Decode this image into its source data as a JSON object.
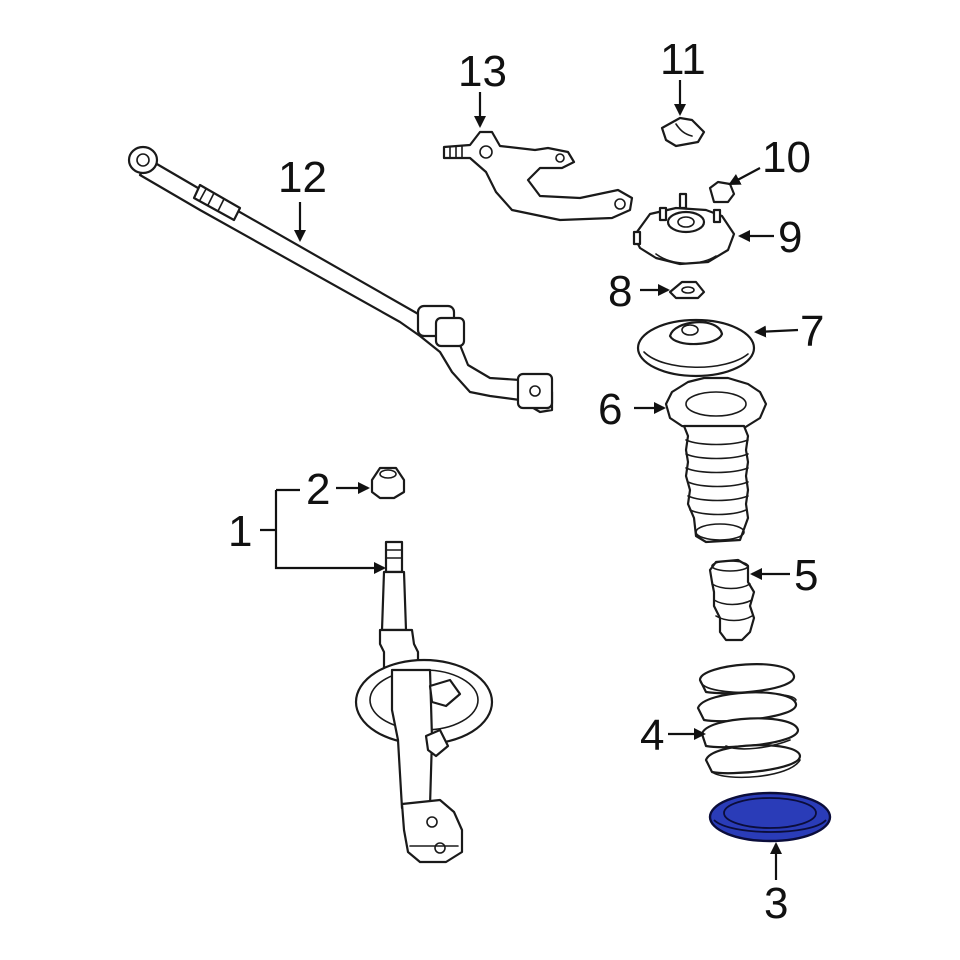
{
  "colors": {
    "line": "#1a1a1a",
    "highlight": "#2a3cb8",
    "background": "#ffffff"
  },
  "callouts": {
    "c1": "1",
    "c2": "2",
    "c3": "3",
    "c4": "4",
    "c5": "5",
    "c6": "6",
    "c7": "7",
    "c8": "8",
    "c9": "9",
    "c10": "10",
    "c11": "11",
    "c12": "12",
    "c13": "13"
  },
  "highlighted_callout": "3"
}
